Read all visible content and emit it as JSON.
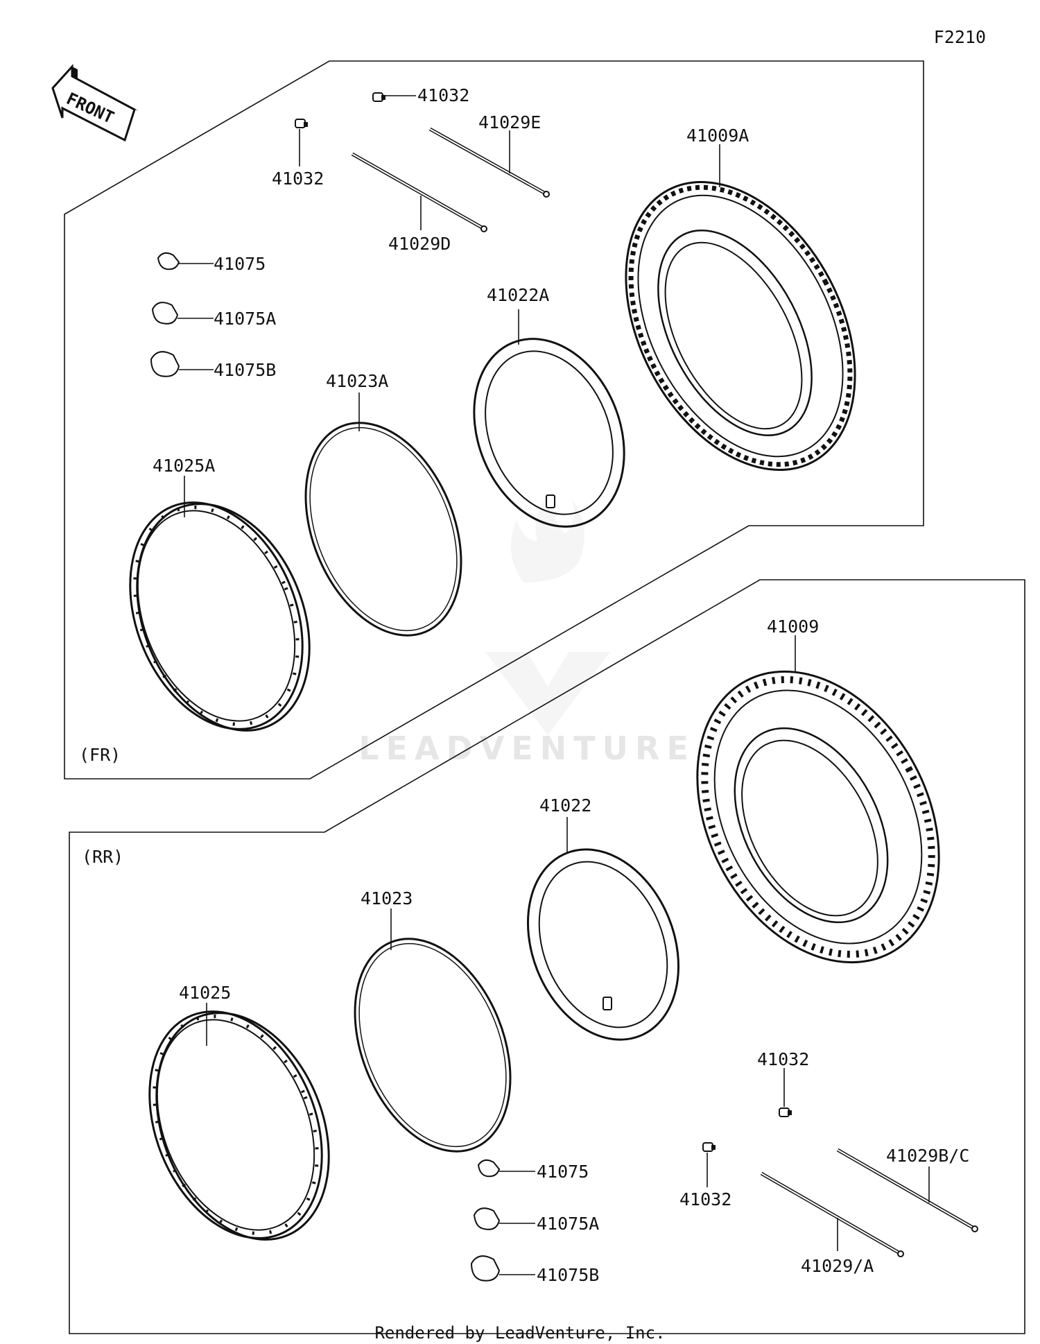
{
  "diagram_code": "F2210",
  "front_label": "FRONT",
  "sections": {
    "front": "(FR)",
    "rear": "(RR)"
  },
  "labels": {
    "fr_41032_top": "41032",
    "fr_41032_left": "41032",
    "fr_41029E": "41029E",
    "fr_41029D": "41029D",
    "fr_41009A": "41009A",
    "fr_41075": "41075",
    "fr_41075A": "41075A",
    "fr_41075B": "41075B",
    "fr_41022A": "41022A",
    "fr_41023A": "41023A",
    "fr_41025A": "41025A",
    "rr_41009": "41009",
    "rr_41022": "41022",
    "rr_41023": "41023",
    "rr_41025": "41025",
    "rr_41075": "41075",
    "rr_41075A": "41075A",
    "rr_41075B": "41075B",
    "rr_41032_right": "41032",
    "rr_41032_left": "41032",
    "rr_41029BC": "41029B/C",
    "rr_41029A": "41029/A"
  },
  "watermark": "LEADVENTURE",
  "footer": "Rendered by LeadVenture, Inc."
}
